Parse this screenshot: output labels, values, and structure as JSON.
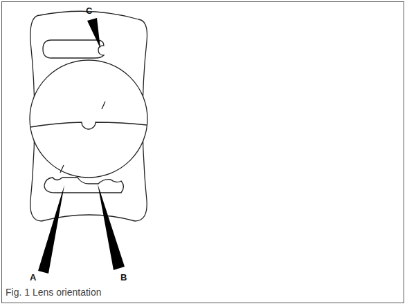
{
  "diagram": {
    "caption": "Fig. 1 Lens orientation",
    "labels": [
      "C",
      "A",
      "B"
    ]
  }
}
